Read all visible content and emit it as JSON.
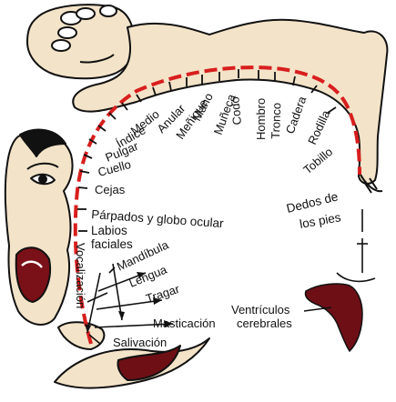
{
  "colors": {
    "skin": "#f3e3c8",
    "outline": "#111111",
    "cortex_arc": "#d81e1e",
    "ventricle": "#6e0f16",
    "hair": "#111111"
  },
  "images": {
    "hand": "hand-illustration",
    "arm_leg": "limb-illustration",
    "face": "face-illustration",
    "ventricle": "ventricle-shape"
  },
  "labels": {
    "tobillo": "Tobillo",
    "rodilla": "Rodilla",
    "cadera": "Cadera",
    "tronco": "Tronco",
    "hombro": "Hombro",
    "codo": "Codo",
    "muneca": "Muñeca",
    "mano": "Mano",
    "menique": "Meñique",
    "anular": "Anular",
    "medio": "Medio",
    "indice": "Índice",
    "pulgar": "Pulgar",
    "cuello": "Cuello",
    "cejas": "Cejas",
    "parpados": "Párpados y globo ocular",
    "labios_1": "Labios",
    "labios_2": "faciales",
    "vocalizacion": "Vocalización",
    "mandibula": "Mandíbula",
    "lengua": "Lengua",
    "tragar": "Tragar",
    "masticacion": "Masticación",
    "salivacion": "Salivación",
    "dedos_pies_1": "Dedos de",
    "dedos_pies_2": "los pies",
    "ventriculos_1": "Ventrículos",
    "ventriculos_2": "cerebrales"
  }
}
